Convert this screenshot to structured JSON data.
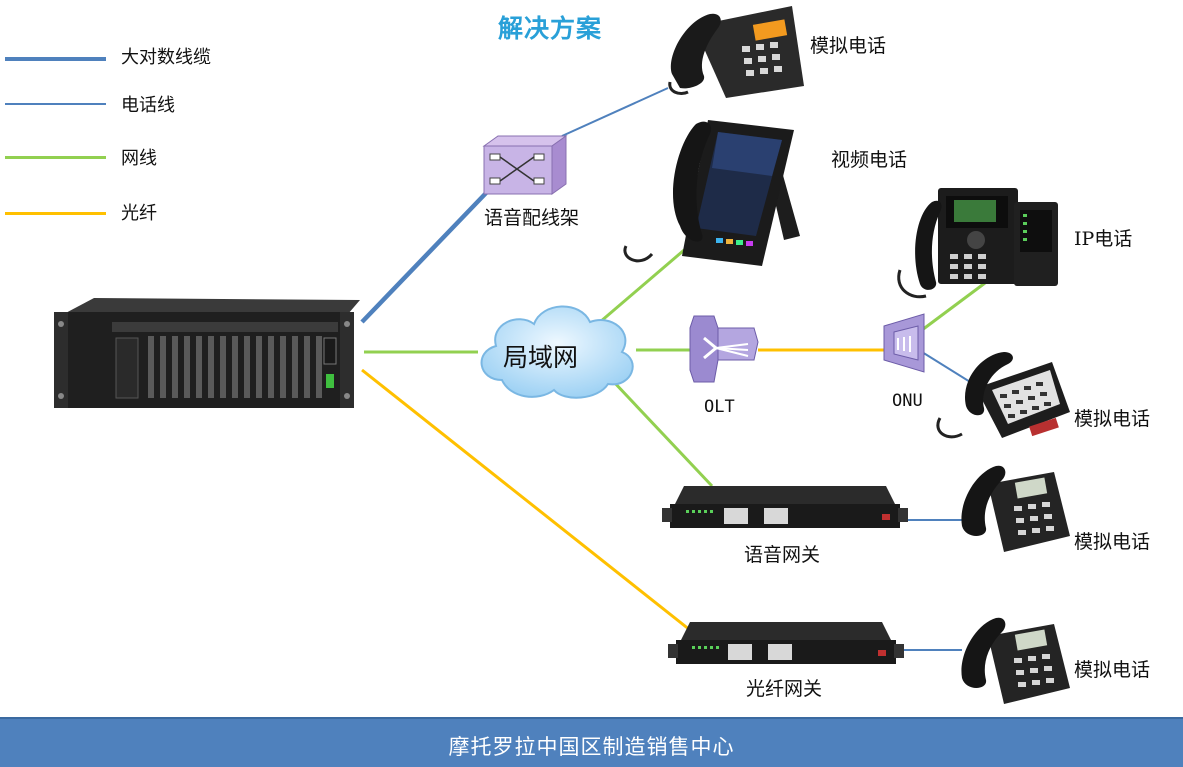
{
  "title": "解决方案",
  "legend": [
    {
      "label": "大对数线缆",
      "color": "#4f81bd"
    },
    {
      "label": "电话线",
      "color": "#4f81bd"
    },
    {
      "label": "网线",
      "color": "#92d050"
    },
    {
      "label": "光纤",
      "color": "#ffc000"
    }
  ],
  "nodes": {
    "cloud": "局域网",
    "distribution_frame": "语音配线架",
    "olt": "OLT",
    "onu": "ONU",
    "voice_gateway": "语音网关",
    "fiber_gateway": "光纤网关",
    "analog_phone_top": "模拟电话",
    "video_phone": "视频电话",
    "ip_phone": "IP电话",
    "analog_phone_onu": "模拟电话",
    "analog_phone_voice_gw": "模拟电话",
    "analog_phone_fiber_gw": "模拟电话"
  },
  "footer": "摩托罗拉中国区制造销售中心"
}
